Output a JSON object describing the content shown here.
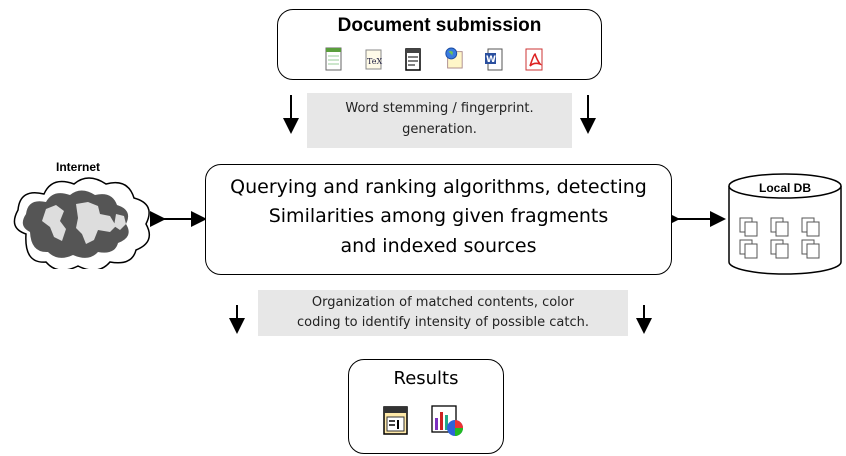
{
  "submission": {
    "title": "Document submission",
    "file_icons": [
      "spreadsheet-icon",
      "tex-icon",
      "text-notepad-icon",
      "web-document-icon",
      "word-icon",
      "pdf-icon"
    ]
  },
  "step1": {
    "line1": "Word stemming / fingerprint.",
    "line2": "generation."
  },
  "internet": {
    "label": "Internet"
  },
  "core": {
    "line1": "Querying and ranking algorithms, detecting",
    "line2": "Similarities among given fragments",
    "line3": "and indexed sources"
  },
  "localdb": {
    "label": "Local DB"
  },
  "step2": {
    "line1": "Organization of matched contents, color",
    "line2": "coding to identify intensity of possible catch."
  },
  "results": {
    "title": "Results",
    "icons": [
      "report-icon",
      "chart-icon"
    ]
  }
}
